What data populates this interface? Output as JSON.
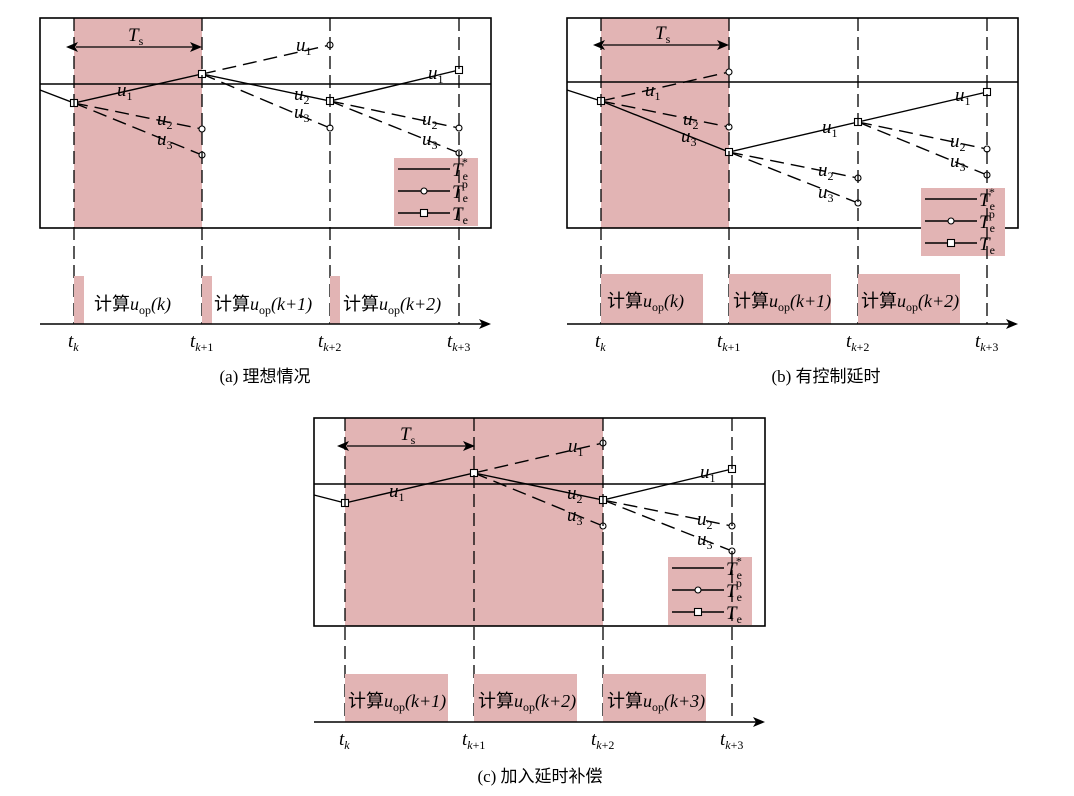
{
  "symbols": {
    "Ts_main": "T",
    "Ts_sub": "s",
    "u": "u",
    "idx1": "1",
    "idx2": "2",
    "idx3": "3",
    "T": "T",
    "e_sub": "e",
    "star_sup": "*",
    "p_sup": "p"
  },
  "time_labels": {
    "t": "t",
    "k": "k",
    "k1_var": "k",
    "k1_off": "+1",
    "k2_var": "k",
    "k2_off": "+2",
    "k3_var": "k",
    "k3_off": "+3"
  },
  "compute_labels": {
    "prefix": "计算",
    "u": "u",
    "op": "op",
    "k": "(k)",
    "k1": "(k+1)",
    "k2": "(k+2)",
    "k3": "(k+3)"
  },
  "captions": {
    "a": "(a) 理想情况",
    "b": "(b) 有控制延时",
    "c": "(c) 加入延时补偿"
  },
  "colors": {
    "shade": "#e2b4b4",
    "line": "#000000"
  }
}
